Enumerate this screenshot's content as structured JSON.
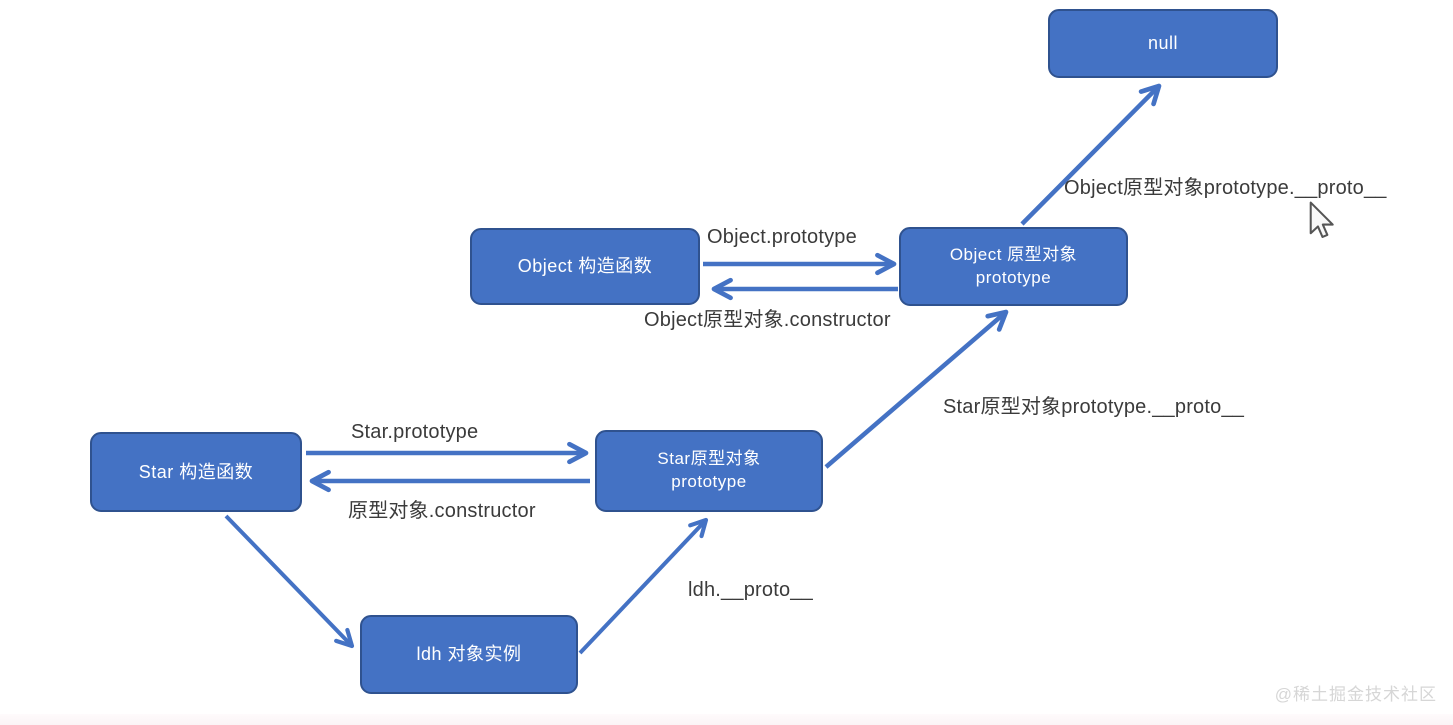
{
  "diagram": {
    "title_hint": "JavaScript prototype chain diagram",
    "nodes": [
      {
        "id": "null",
        "label": "null"
      },
      {
        "id": "object-constructor",
        "label": "Object 构造函数"
      },
      {
        "id": "object-prototype",
        "line1": "Object 原型对象",
        "line2": "prototype"
      },
      {
        "id": "star-constructor",
        "label": "Star 构造函数"
      },
      {
        "id": "star-prototype",
        "line1": "Star原型对象",
        "line2": "prototype"
      },
      {
        "id": "ldh-instance",
        "label": "ldh 对象实例"
      }
    ],
    "edge_labels": {
      "object_prototype": "Object.prototype",
      "object_constructor": "Object原型对象.constructor",
      "object_proto": "Object原型对象prototype.__proto__",
      "star_prototype": "Star.prototype",
      "star_constructor": "原型对象.constructor",
      "star_proto": "Star原型对象prototype.__proto__",
      "ldh_proto": "ldh.__proto__"
    },
    "colors": {
      "node_fill": "#4472C4",
      "node_border": "#2F528F",
      "arrow": "#4472C4",
      "label_text": "#3b3b3b",
      "watermark": "#d6d6d6"
    }
  },
  "watermark": "@稀土掘金技术社区"
}
